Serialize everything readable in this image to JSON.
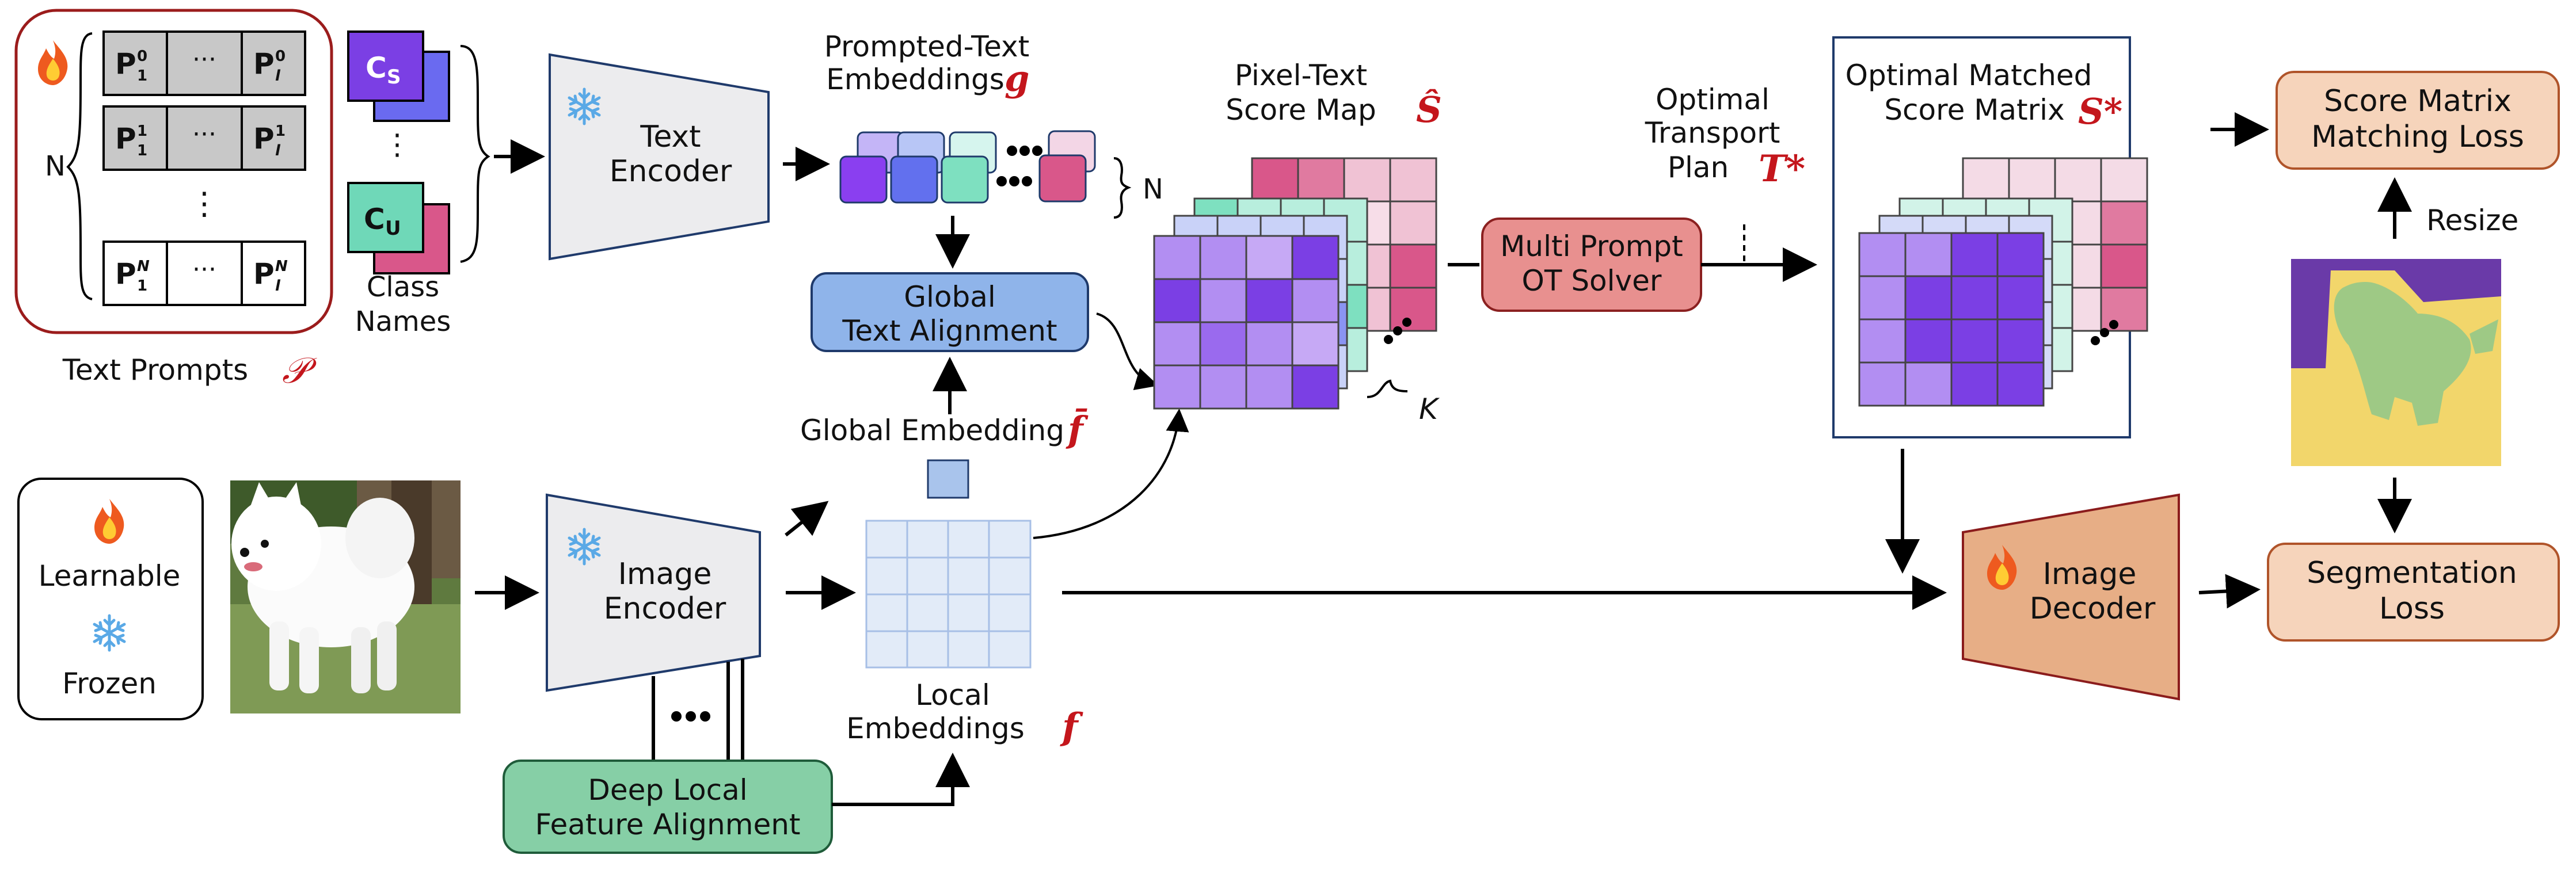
{
  "prompts": {
    "rows": [
      {
        "first": "P",
        "first_sup": "0",
        "first_sub": "1",
        "mid": "···",
        "last": "P",
        "last_sup": "0",
        "last_sub": "l"
      },
      {
        "first": "P",
        "first_sup": "1",
        "first_sub": "1",
        "mid": "···",
        "last": "P",
        "last_sup": "1",
        "last_sub": "l"
      },
      {
        "first": "P",
        "first_sup": "N",
        "first_sub": "1",
        "mid": "···",
        "last": "P",
        "last_sup": "N",
        "last_sub": "l"
      }
    ],
    "vdots": "⋮",
    "n_label": "N",
    "caption": "Text Prompts",
    "caption_symbol": "𝒫"
  },
  "classes": {
    "top": "C",
    "top_sub": "S",
    "bottom": "C",
    "bottom_sub": "U",
    "vdots": "⋮",
    "caption_line1": "Class",
    "caption_line2": "Names"
  },
  "legend": {
    "learnable": "Learnable",
    "frozen": "Frozen"
  },
  "text_encoder": {
    "line1": "Text",
    "line2": "Encoder"
  },
  "image_encoder": {
    "line1": "Image",
    "line2": "Encoder"
  },
  "prompted_text": {
    "line1": "Prompted-Text",
    "line2": "Embeddings",
    "symbol": "g",
    "n_label": "N"
  },
  "global_align": {
    "line1": "Global",
    "line2": "Text Alignment"
  },
  "global_embedding": {
    "label": "Global  Embedding",
    "symbol": "f̄"
  },
  "local_embeddings": {
    "line1": "Local",
    "line2": "Embeddings",
    "symbol": "f"
  },
  "deep_local": {
    "line1": "Deep Local",
    "line2": "Feature Alignment"
  },
  "score_map": {
    "line1": "Pixel-Text",
    "line2": "Score Map",
    "symbol": "Ŝ",
    "k_label": "K"
  },
  "ot_solver": {
    "line1": "Multi Prompt",
    "line2": "OT Solver"
  },
  "transport": {
    "line1": "Optimal",
    "line2": "Transport",
    "line3": "Plan",
    "symbol": "T*"
  },
  "matched": {
    "line1": "Optimal Matched",
    "line2": "Score Matrix",
    "symbol": "S*"
  },
  "image_decoder": {
    "line1": "Image",
    "line2": "Decoder"
  },
  "score_loss": {
    "line1": "Score Matrix",
    "line2": "Matching Loss"
  },
  "resize": {
    "label": "Resize"
  },
  "seg_loss": {
    "line1": "Segmentation",
    "line2": "Loss"
  },
  "colors": {
    "prompt_border": "#9b1c1c",
    "prompt_cell": "#c8c8c8",
    "class_purple": "#7b3fe4",
    "class_teal": "#6fd8b8",
    "class_pink": "#d9578a",
    "encoder_fill": "#ececee",
    "global_align_fill": "#8fb4ea",
    "deep_local_fill": "#86cfa6",
    "ot_fill": "#e8908f",
    "decoder_fill": "#e7ae86",
    "loss_fill": "#f6d4bb",
    "matched_border": "#1f3a6b"
  },
  "icons": [
    "flame-icon",
    "snowflake-icon",
    "dog-photo",
    "segmentation-mask"
  ]
}
